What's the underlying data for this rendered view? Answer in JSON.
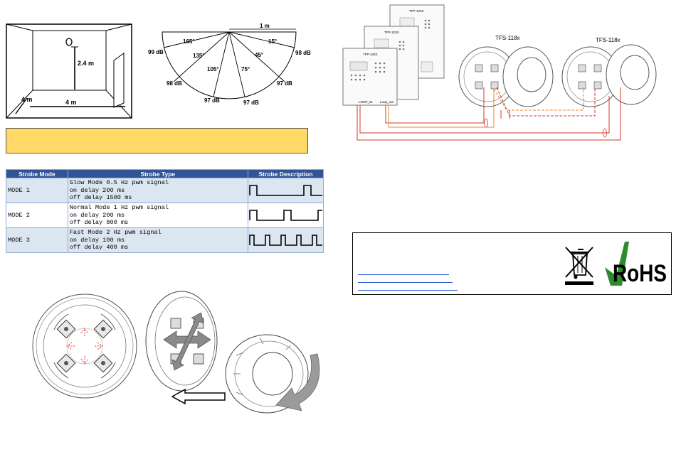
{
  "room": {
    "dimensions": [
      "2.4 m",
      "4 m",
      "4 m"
    ]
  },
  "coverage": {
    "distance": "1 m",
    "angles": [
      "165°",
      "15°",
      "135°",
      "45°",
      "105°",
      "75°"
    ],
    "levels": [
      "99 dB",
      "98 dB",
      "98 dB",
      "97 dB",
      "97 dB",
      "97 dB"
    ]
  },
  "strobe_table": {
    "headers": [
      "Strobe Mode",
      "Strobe Type",
      "Strobe Description"
    ],
    "rows": [
      {
        "mode": "MODE 1",
        "lines": [
          "Slow Mode 0.5 Hz pwm signal",
          "on delay 200 ms",
          "off delay 1500 ms"
        ]
      },
      {
        "mode": "MODE 2",
        "lines": [
          "Normal Mode  1 Hz pwm signal",
          "on delay 200 ms",
          "off delay 800 ms"
        ]
      },
      {
        "mode": "MODE 3",
        "lines": [
          "Fast Mode  2 Hz pwm signal",
          "on delay 100 ms",
          "off delay 400 ms"
        ]
      }
    ]
  },
  "wiring": {
    "panel_labels": [
      "TFP-123X",
      "TFP-123X",
      "TFP-123X"
    ],
    "terminal_labels": [
      "LOOP_IN",
      "Loop_out"
    ],
    "device_labels": [
      "TFS-118x",
      "TFS-118x"
    ]
  },
  "compliance": {
    "logo_text": "RoHS"
  },
  "colors": {
    "header_blue": "#305496",
    "row_shade": "#dce6f1",
    "highlight_yellow": "#ffd966",
    "wire_red": "#d23a2a",
    "wire_orange": "#e8873a",
    "link_blue": "#2e5bd6",
    "check_green": "#2f8a2f"
  }
}
